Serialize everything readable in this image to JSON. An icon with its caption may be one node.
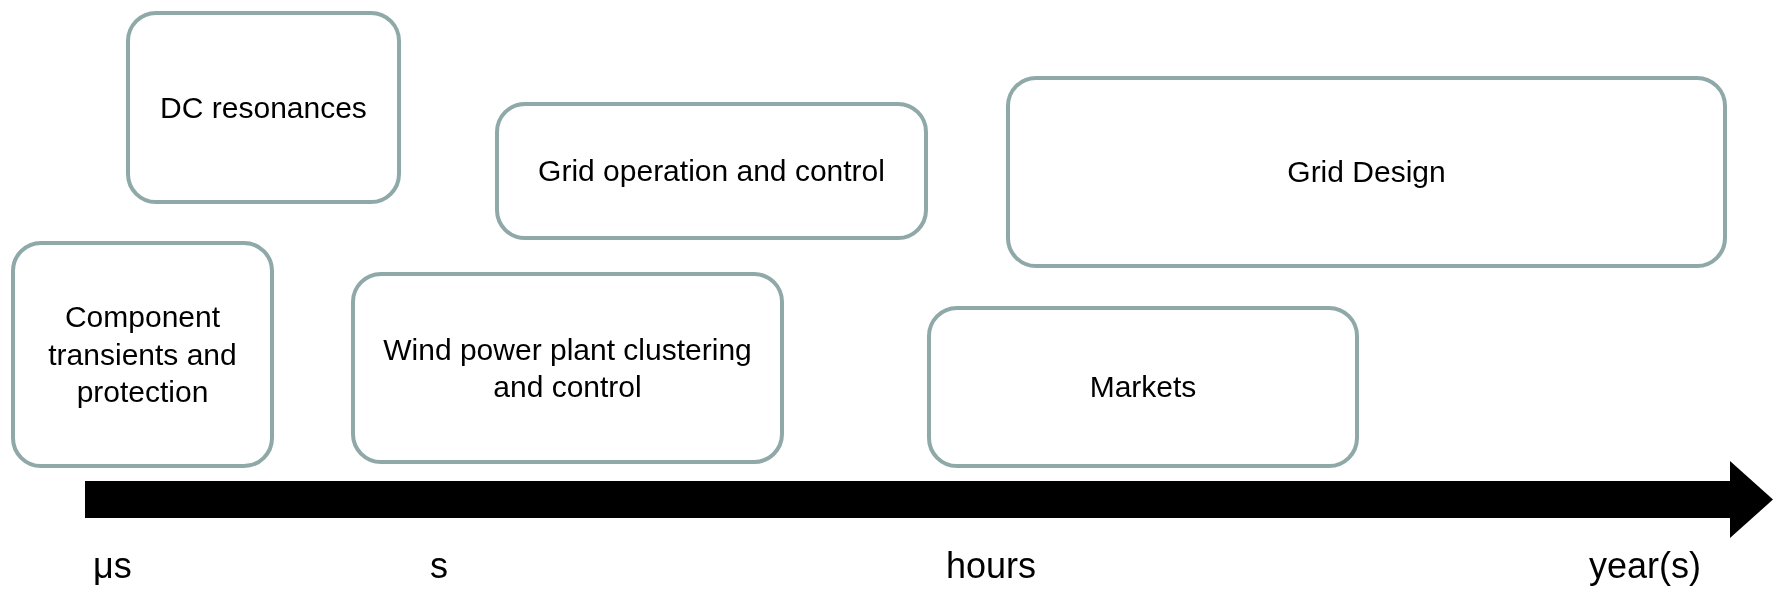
{
  "diagram": {
    "nodes": [
      {
        "text": [
          "DC resonances"
        ]
      },
      {
        "text": [
          "Component transients and protection"
        ]
      },
      {
        "text": [
          "Grid operation and control"
        ]
      },
      {
        "text": [
          "Wind power plant clustering and control"
        ]
      },
      {
        "text": [
          "Grid Design"
        ]
      },
      {
        "text": [
          "Markets"
        ]
      }
    ],
    "labels": [
      "μs",
      "s",
      "hours",
      "year(s)"
    ]
  }
}
